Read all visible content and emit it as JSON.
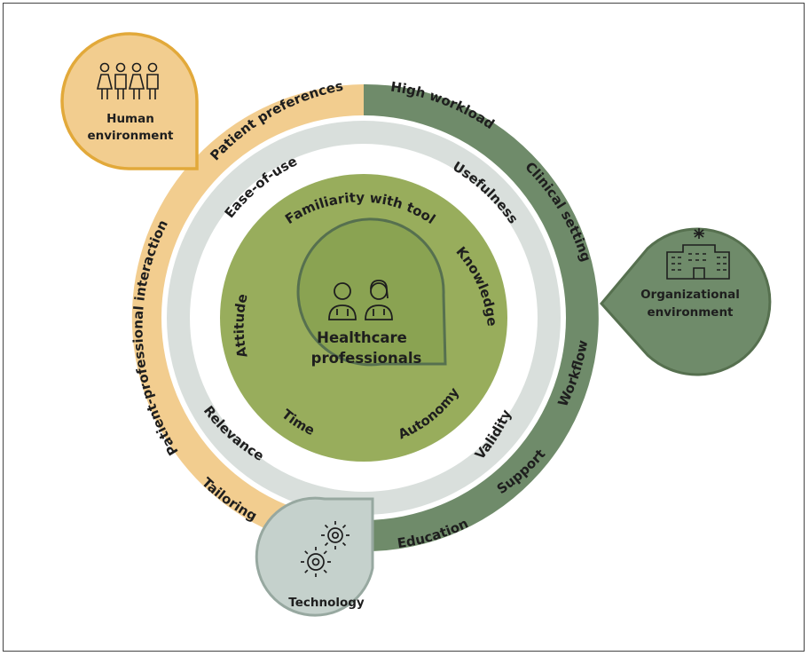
{
  "diagram": {
    "center": {
      "label_line1": "Healthcare",
      "label_line2": "professionals"
    },
    "bubbles": {
      "human": {
        "label_line1": "Human",
        "label_line2": "environment"
      },
      "organizational": {
        "label_line1": "Organizational",
        "label_line2": "environment"
      },
      "technology": {
        "label": "Technology"
      }
    },
    "outer_ring_human": {
      "labels": {
        "patient_preferences": "Patient preferences",
        "patient_professional_interaction": "Patient-professional interaction",
        "tailoring": "Tailoring"
      }
    },
    "outer_ring_organizational": {
      "labels": {
        "high_workload": "High workload",
        "clinical_setting": "Clinical setting",
        "workflow": "Workflow",
        "support": "Support",
        "education": "Education"
      }
    },
    "middle_ring": {
      "labels": {
        "ease_of_use": "Ease-of-use",
        "usefulness": "Usefulness",
        "relevance": "Relevance",
        "validity": "Validity"
      }
    },
    "inner_ring": {
      "labels": {
        "familiarity": "Familiarity with tool",
        "knowledge": "Knowledge",
        "attitude": "Attitude",
        "time": "Time",
        "autonomy": "Autonomy"
      }
    },
    "colors": {
      "human": "#f2cd8f",
      "human_border": "#e2a93a",
      "organizational": "#6f8b6a",
      "organizational_border": "#56704f",
      "middle": "#d9dfdc",
      "inner": "#98ad5c",
      "center": "#8aa352",
      "center_border": "#56704f",
      "technology": "#c5d1cc",
      "technology_border": "#97a8a0"
    }
  }
}
